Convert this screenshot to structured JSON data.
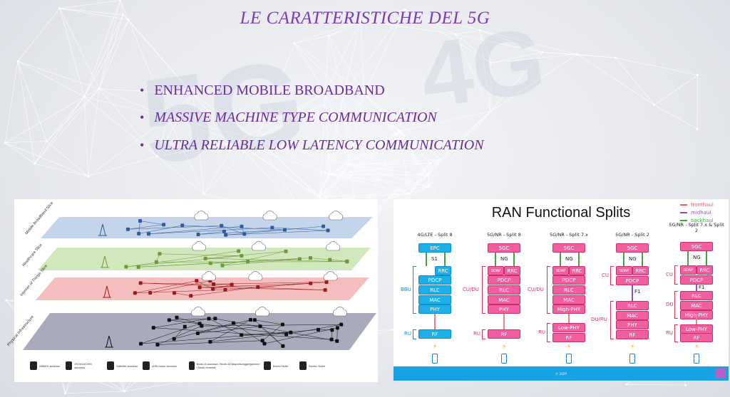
{
  "slide": {
    "title": "LE CARATTERISTICHE DEL 5G",
    "bullets": [
      {
        "text": "ENHANCED MOBILE BROADBAND",
        "italic": false
      },
      {
        "text": "MASSIVE MACHINE TYPE COMMUNICATION",
        "italic": true
      },
      {
        "text": "ULTRA RELIABLE LOW LATENCY COMMUNICATION",
        "italic": true
      }
    ],
    "watermark": [
      "4G",
      "5G"
    ]
  },
  "network_slicing": {
    "planes": [
      {
        "label": "Mobile Broadband Slice",
        "color": "#b9cde8",
        "node": "#2f5d9a"
      },
      {
        "label": "Healthcare Slice",
        "color": "#c9e3b0",
        "node": "#6a9a3a"
      },
      {
        "label": "Internet of Things Slice",
        "color": "#f3b3b3",
        "node": "#a01818"
      },
      {
        "label": "Physical Infrastructure",
        "color": "#9a9cb0",
        "node": "#111111"
      }
    ],
    "legend": [
      "WiMAX accesso",
      "2G/3G/4G/5G accesso",
      "Satellite accesso",
      "xDSL/cavo accesso",
      "Nodo di accesso / Nodo di trasporto/aggregazione / Nodo centrale",
      "Bordo Nube",
      "Nucleo Nube"
    ]
  },
  "ran": {
    "title": "RAN Functional Splits",
    "legend": [
      {
        "label": "fronthaul",
        "color": "#f05a5a"
      },
      {
        "label": "midhaul",
        "color": "#8a4fc8"
      },
      {
        "label": "backhaul",
        "color": "#3aa83a"
      }
    ],
    "columns": [
      {
        "header": "4G/LTE - Split 8",
        "color": "blue",
        "core": "EPC",
        "iface": "S1",
        "rows": [
          [
            "RRC"
          ],
          [
            "PDCP"
          ],
          [
            "RLC"
          ],
          [
            "MAC"
          ],
          [
            "PHY"
          ],
          [
            "RF"
          ]
        ],
        "groups": [
          "BBU",
          "RU"
        ]
      },
      {
        "header": "5G/NR - Split 8",
        "color": "pink",
        "core": "5GC",
        "iface": "NG",
        "rows": [
          [
            "SDAP",
            "RRC"
          ],
          [
            "PDCP"
          ],
          [
            "RLC"
          ],
          [
            "MAC"
          ],
          [
            "PHY"
          ],
          [
            "RF"
          ]
        ],
        "groups": [
          "CU/DU",
          "RU"
        ]
      },
      {
        "header": "5G/NR - Split 7.x",
        "color": "pink",
        "core": "5GC",
        "iface": "NG",
        "rows": [
          [
            "SDAP",
            "RRC"
          ],
          [
            "PDCP"
          ],
          [
            "RLC"
          ],
          [
            "MAC"
          ],
          [
            "High-PHY"
          ],
          [
            "Low-PHY"
          ],
          [
            "RF"
          ]
        ],
        "groups": [
          "CU/DU",
          "RU"
        ]
      },
      {
        "header": "5G/NR - Split 2",
        "color": "pink",
        "core": "5GC",
        "iface": "NG",
        "mid": "F1",
        "rows": [
          [
            "SDAP",
            "RRC"
          ],
          [
            "PDCP"
          ],
          [
            "RLC"
          ],
          [
            "MAC"
          ],
          [
            "PHY"
          ],
          [
            "RF"
          ]
        ],
        "groups": [
          "CU",
          "DU/RU"
        ]
      },
      {
        "header": "5G/NR - Split 7.x & Split 2",
        "color": "pink",
        "core": "5GC",
        "iface": "NG",
        "mid": "F1",
        "rows": [
          [
            "SDAP",
            "RRC"
          ],
          [
            "PDCP"
          ],
          [
            "RLC"
          ],
          [
            "MAC"
          ],
          [
            "High-PHY"
          ],
          [
            "Low-PHY"
          ],
          [
            "RF"
          ]
        ],
        "groups": [
          "CU",
          "DU",
          "RU"
        ]
      }
    ],
    "footer": "© 3GPP"
  }
}
